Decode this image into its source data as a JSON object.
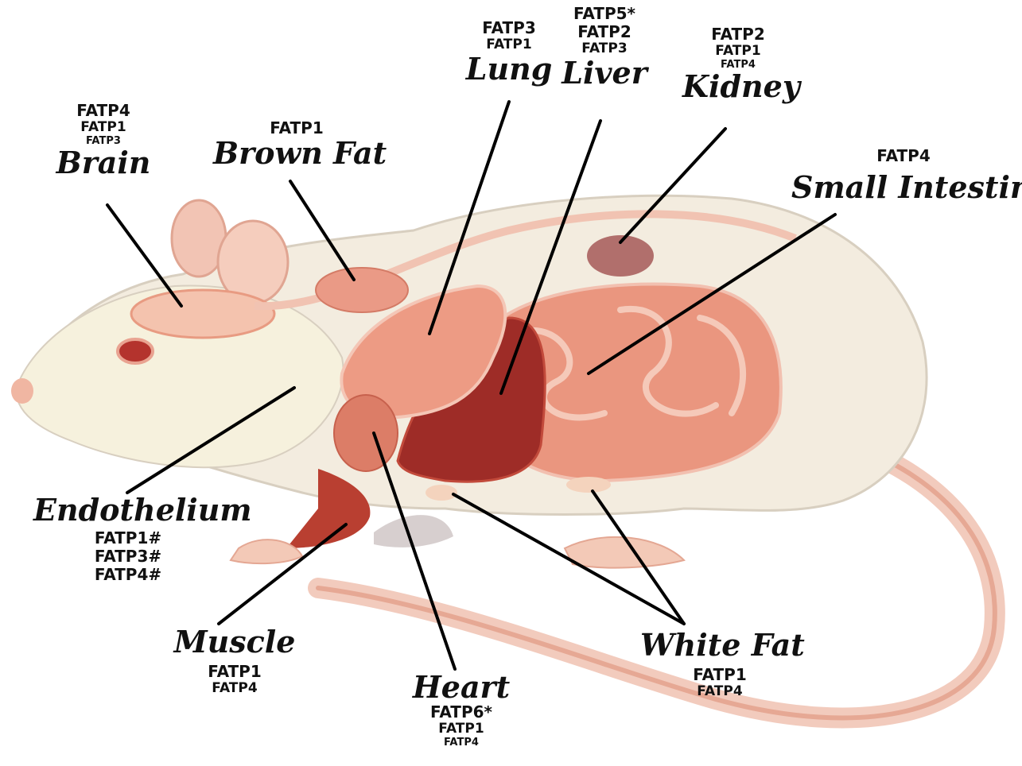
{
  "organs": {
    "brain": {
      "name": "Brain",
      "genes": [
        "FATP4",
        "FATP1",
        "FATP3"
      ]
    },
    "brown_fat": {
      "name": "Brown Fat",
      "genes": [
        "FATP1"
      ]
    },
    "lung": {
      "name": "Lung",
      "genes": [
        "FATP3",
        "FATP1"
      ]
    },
    "liver": {
      "name": "Liver",
      "genes": [
        "FATP5*",
        "FATP2",
        "FATP3"
      ]
    },
    "kidney": {
      "name": "Kidney",
      "genes": [
        "FATP2",
        "FATP1",
        "FATP4"
      ]
    },
    "small_intestine": {
      "name": "Small Intestine",
      "genes": [
        "FATP4"
      ]
    },
    "endothelium": {
      "name": "Endothelium",
      "genes": [
        "FATP1#",
        "FATP3#",
        "FATP4#"
      ]
    },
    "muscle": {
      "name": "Muscle",
      "genes": [
        "FATP1",
        "FATP4"
      ]
    },
    "heart": {
      "name": "Heart",
      "genes": [
        "FATP6*",
        "FATP1",
        "FATP4"
      ]
    },
    "white_fat": {
      "name": "White Fat",
      "genes": [
        "FATP1",
        "FATP4"
      ]
    }
  },
  "colors": {
    "body": "#f3ecdf",
    "organ": "#e9927c",
    "liver": "#9c2a26",
    "line": "#000000"
  }
}
